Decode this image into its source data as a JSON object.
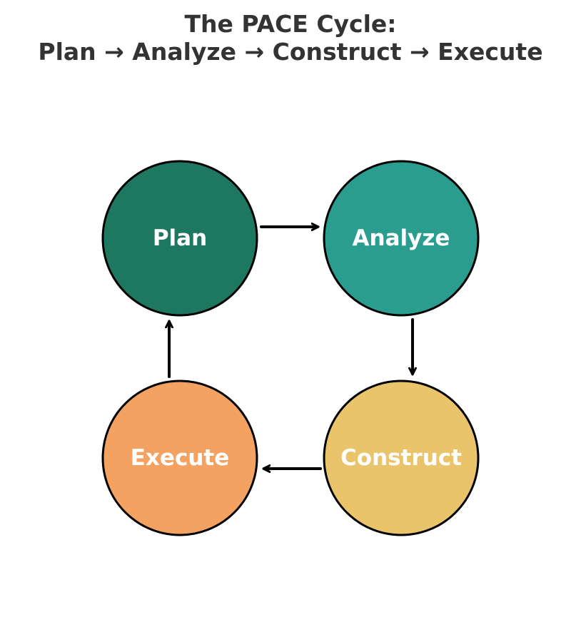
{
  "title": {
    "line1": "The PACE Cycle:",
    "line2": "Plan → Analyze → Construct → Execute"
  },
  "colors": {
    "title_text": "#333333",
    "node_text": "#ffffff",
    "outline": "#000000",
    "arrow": "#000000"
  },
  "nodes": [
    {
      "id": "plan",
      "label": "Plan",
      "color": "#1e7860"
    },
    {
      "id": "analyze",
      "label": "Analyze",
      "color": "#2a9d8f"
    },
    {
      "id": "construct",
      "label": "Construct",
      "color": "#e9c46a"
    },
    {
      "id": "execute",
      "label": "Execute",
      "color": "#f4a261"
    }
  ],
  "edges": [
    {
      "from": "plan",
      "to": "analyze"
    },
    {
      "from": "analyze",
      "to": "construct"
    },
    {
      "from": "construct",
      "to": "execute"
    },
    {
      "from": "execute",
      "to": "plan"
    }
  ]
}
